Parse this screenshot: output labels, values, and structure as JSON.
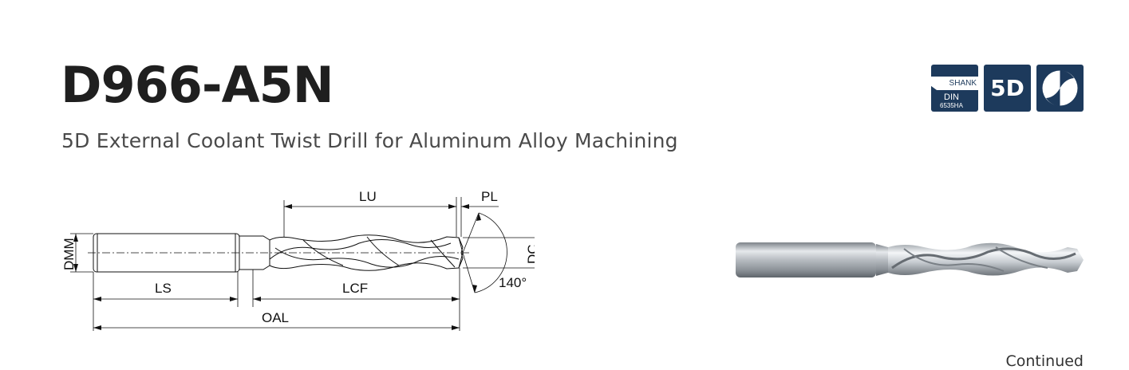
{
  "header": {
    "title": "D966-A5N",
    "subtitle": "5D External Coolant Twist Drill for Aluminum Alloy Machining"
  },
  "badges": {
    "shank": {
      "label": "SHANK",
      "din": "DIN",
      "standard": "6535HA",
      "icon": "shank-din-icon"
    },
    "depth": {
      "label": "5D"
    },
    "flute": {
      "icon": "flute-cross-section-icon"
    },
    "color": "#1d3a5c"
  },
  "drawing": {
    "labels": {
      "lu": "LU",
      "pl": "PL",
      "dmm": "DMM",
      "dc": "DC",
      "ls": "LS",
      "lcf": "LCF",
      "oal": "OAL",
      "angle": "140°"
    }
  },
  "footer": {
    "continued": "Continued"
  }
}
